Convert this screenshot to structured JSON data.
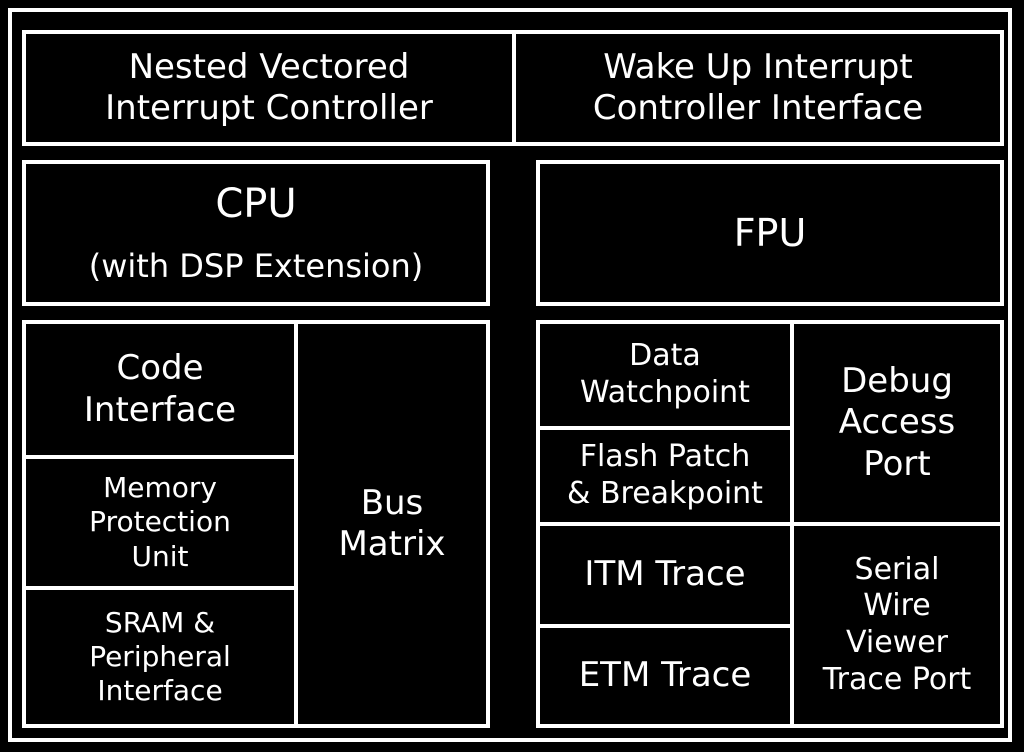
{
  "blocks": {
    "nvic": "Nested Vectored\nInterrupt Controller",
    "wic": "Wake Up Interrupt\nController Interface",
    "cpu_title": "CPU",
    "cpu_subtitle": "(with DSP Extension)",
    "fpu": "FPU",
    "code_interface": "Code\nInterface",
    "mpu": "Memory\nProtection\nUnit",
    "sram": "SRAM &\nPeripheral\nInterface",
    "bus_matrix": "Bus\nMatrix",
    "dwt": "Data\nWatchpoint",
    "fpb": "Flash Patch\n& Breakpoint",
    "dap": "Debug\nAccess\nPort",
    "itm": "ITM Trace",
    "etm": "ETM Trace",
    "swv": "Serial\nWire\nViewer\nTrace Port"
  }
}
